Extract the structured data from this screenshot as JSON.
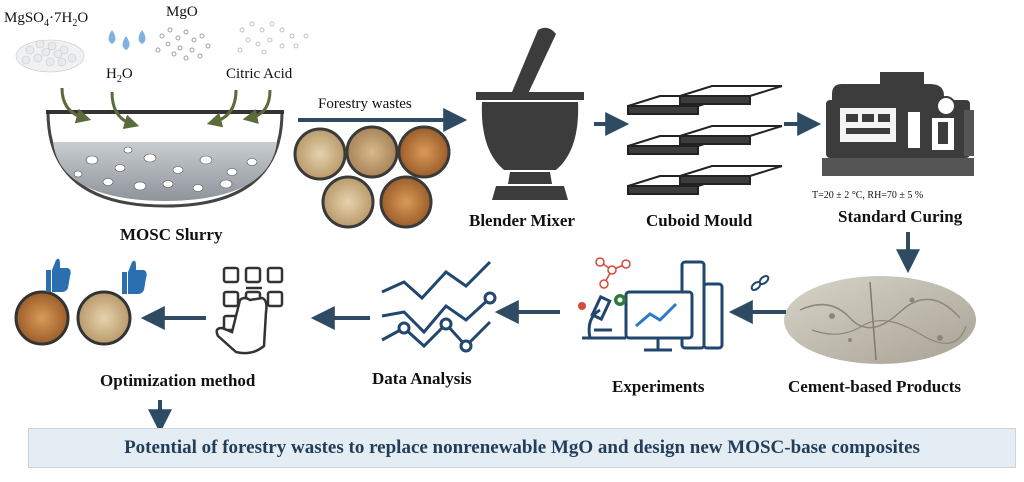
{
  "chem": {
    "mgso4_main": "MgSO",
    "mgso4_sub": "4",
    "mgso4_tail": "·7H",
    "mgso4_sub2": "2",
    "mgso4_end": "O",
    "mgo": "MgO",
    "h2o_h": "H",
    "h2o_sub": "2",
    "h2o_o": "O",
    "citric": "Citric Acid"
  },
  "labels": {
    "slurry": "MOSC Slurry",
    "forestry": "Forestry wastes",
    "blender": "Blender Mixer",
    "mould": "Cuboid Mould",
    "curing": "Standard Curing",
    "curing_cond": "T=20 ± 2 °C, RH=70 ± 5 %",
    "products": "Cement-based Products",
    "experiments": "Experiments",
    "analysis": "Data Analysis",
    "optimization": "Optimization method"
  },
  "banner": "Potential of forestry wastes to replace nonrenewable MgO  and design new MOSC-base composites",
  "colors": {
    "arrow": "#2f4a63",
    "icon_blue": "#22476e",
    "dark": "#333333",
    "banner_bg": "#e3edf3",
    "water": "#7fb3dd"
  }
}
